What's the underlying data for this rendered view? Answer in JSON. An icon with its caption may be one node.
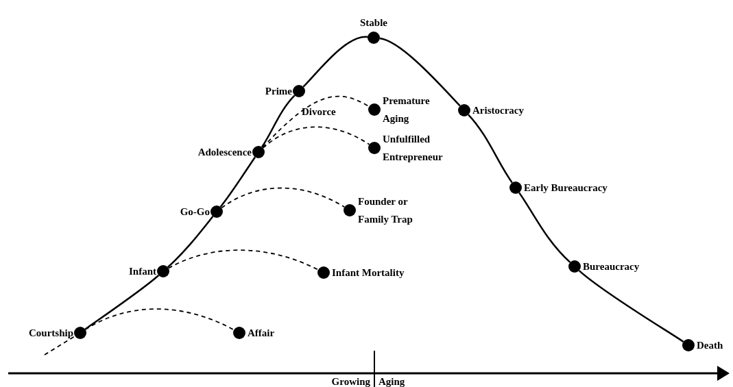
{
  "diagram": {
    "nodes": [
      {
        "text": [
          "Courtship"
        ]
      },
      {
        "text": [
          "Infant"
        ]
      },
      {
        "text": [
          "Go-Go"
        ]
      },
      {
        "text": [
          "Adolescence"
        ]
      },
      {
        "text": [
          "Prime"
        ]
      },
      {
        "text": [
          "Stable"
        ]
      },
      {
        "text": [
          "Aristocracy"
        ]
      },
      {
        "text": [
          "Early Bureaucracy"
        ]
      },
      {
        "text": [
          "Bureaucracy"
        ]
      },
      {
        "text": [
          "Death"
        ]
      },
      {
        "text": [
          "Affair"
        ]
      },
      {
        "text": [
          "Infant Mortality"
        ]
      },
      {
        "text": [
          "Founder or Family Trap"
        ]
      },
      {
        "text": [
          "Premature Aging"
        ]
      },
      {
        "text": [
          "Unfulfilled Entrepreneur"
        ]
      }
    ],
    "edges": [
      {
        "from": 0,
        "to": 1,
        "arrow": "none"
      },
      {
        "from": 1,
        "to": 2,
        "arrow": "none"
      },
      {
        "from": 2,
        "to": 3,
        "arrow": "none"
      },
      {
        "from": 3,
        "to": 4,
        "arrow": "none"
      },
      {
        "from": 4,
        "to": 5,
        "arrow": "none"
      },
      {
        "from": 5,
        "to": 6,
        "arrow": "none"
      },
      {
        "from": 6,
        "to": 7,
        "arrow": "none"
      },
      {
        "from": 7,
        "to": 8,
        "arrow": "none"
      },
      {
        "from": 8,
        "to": 9,
        "arrow": "none"
      },
      {
        "from": 0,
        "to": 10,
        "arrow": "none",
        "style": "dashed"
      },
      {
        "from": 1,
        "to": 11,
        "arrow": "none",
        "style": "dashed"
      },
      {
        "from": 2,
        "to": 12,
        "arrow": "none",
        "style": "dashed"
      },
      {
        "from": 3,
        "to": 13,
        "arrow": "none",
        "style": "dashed"
      },
      {
        "from": 3,
        "to": 14,
        "arrow": "none",
        "style": "dashed"
      }
    ],
    "labels": [
      "Divorce",
      "Growing",
      "Aging"
    ]
  }
}
